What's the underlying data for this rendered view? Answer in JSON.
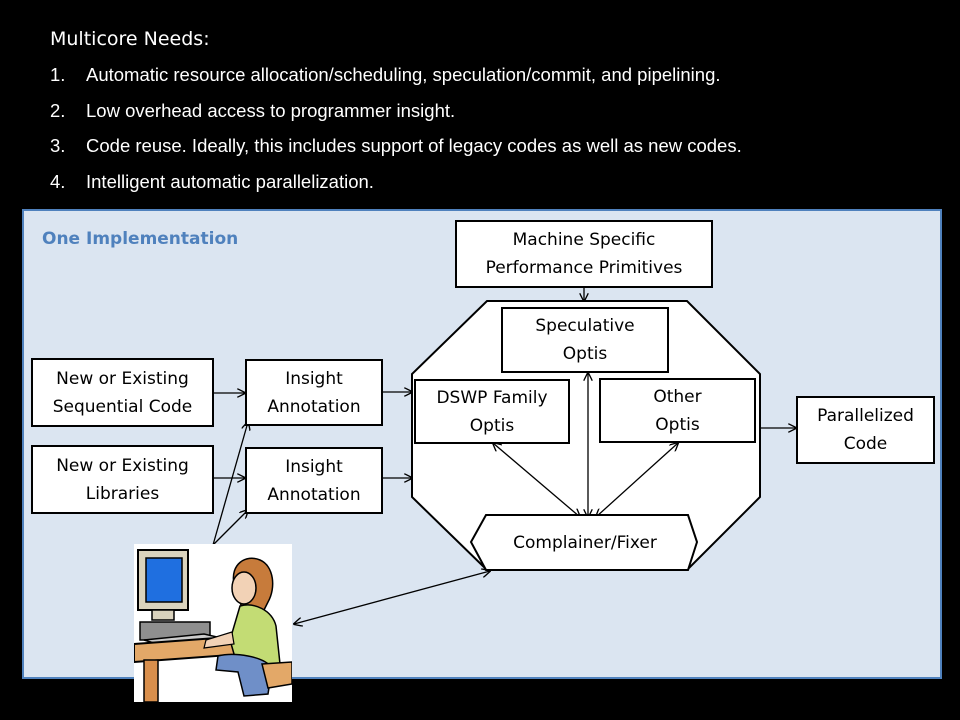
{
  "header": {
    "title": "Multicore Needs:",
    "needs": [
      {
        "number": "1.",
        "text": "Automatic resource allocation/scheduling, speculation/commit, and pipelining."
      },
      {
        "number": "2.",
        "text": "Low overhead access to programmer insight."
      },
      {
        "number": "3.",
        "text": "Code reuse.  Ideally, this includes support of legacy codes as well as new codes."
      },
      {
        "number": "4.",
        "text": "Intelligent automatic parallelization."
      }
    ]
  },
  "diagram": {
    "title": "One Implementation",
    "nodes": {
      "machine_primitives": "Machine Specific\nPerformance Primitives",
      "new_sequential_code": "New or Existing\nSequential Code",
      "new_libraries": "New or Existing\nLibraries",
      "insight_annotation_1": "Insight\nAnnotation",
      "insight_annotation_2": "Insight\nAnnotation",
      "speculative_optis": "Speculative\nOptis",
      "dswp_optis": "DSWP Family\nOptis",
      "other_optis": "Other\nOptis",
      "complainer_fixer": "Complainer/Fixer",
      "parallelized_code": "Parallelized\nCode"
    },
    "illustration": "programmer-at-computer-icon"
  },
  "colors": {
    "background": "#000000",
    "panel_fill": "#dbe5f1",
    "panel_border": "#4f81bd",
    "accent_text": "#4f81bd"
  }
}
